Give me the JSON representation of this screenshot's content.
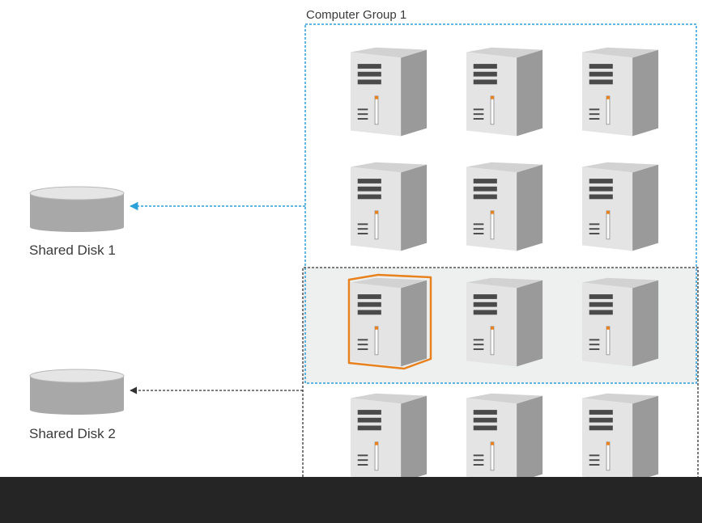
{
  "group1": {
    "label": "Computer Group 1",
    "color": "#2b9fd8"
  },
  "group2": {
    "color": "#333333"
  },
  "disks": [
    {
      "label": "Shared Disk 1"
    },
    {
      "label": "Shared Disk 2"
    }
  ],
  "servers": {
    "icon": "server-tower-icon",
    "rows": 4,
    "columns": 3,
    "highlighted": {
      "row": 3,
      "column": 1,
      "color": "#e8821e"
    }
  },
  "colors": {
    "group_overlap_fill": "#eef0f0",
    "server_front": "#e2e2e2",
    "server_side": "#9a9a9a",
    "server_top": "#d0d0d0",
    "disk_body": "#a8a8a8",
    "disk_top": "#e5e5e5"
  }
}
